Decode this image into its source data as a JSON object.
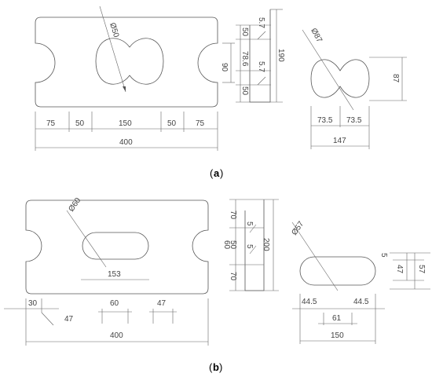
{
  "figure_a": {
    "caption_open": "(",
    "caption_letter": "a",
    "caption_close": ")",
    "plate": {
      "hole_diameter": "Ø50",
      "height": "90",
      "segments": [
        "75",
        "50",
        "150",
        "50",
        "75"
      ],
      "total_width": "400"
    },
    "side": {
      "top": "50",
      "top_slot": "5.7",
      "middle": "78.6",
      "middle_slot": "5.7",
      "bottom": "50",
      "total": "190"
    },
    "opening": {
      "diameter": "Ø87",
      "height": "87",
      "half_left": "73.5",
      "half_right": "73.5",
      "total_width": "147"
    }
  },
  "figure_b": {
    "caption_open": "(",
    "caption_letter": "b",
    "caption_close": ")",
    "plate": {
      "hole_diameter": "Ø60",
      "inner_length": "153",
      "edge_gap": "30",
      "slot_offset": "47",
      "slot_width_a": "60",
      "slot_width_b": "47",
      "total_width": "400"
    },
    "side": {
      "top": "70",
      "top_slot": "5",
      "middle": "60",
      "middle_small": "50",
      "middle_slot": "5",
      "bottom": "70",
      "total": "200"
    },
    "opening": {
      "diameter": "Ø57",
      "half_left": "44.5",
      "half_right": "44.5",
      "inner": "61",
      "total_width": "150",
      "slot": "5",
      "height_inner": "47",
      "height_outer": "57"
    }
  }
}
